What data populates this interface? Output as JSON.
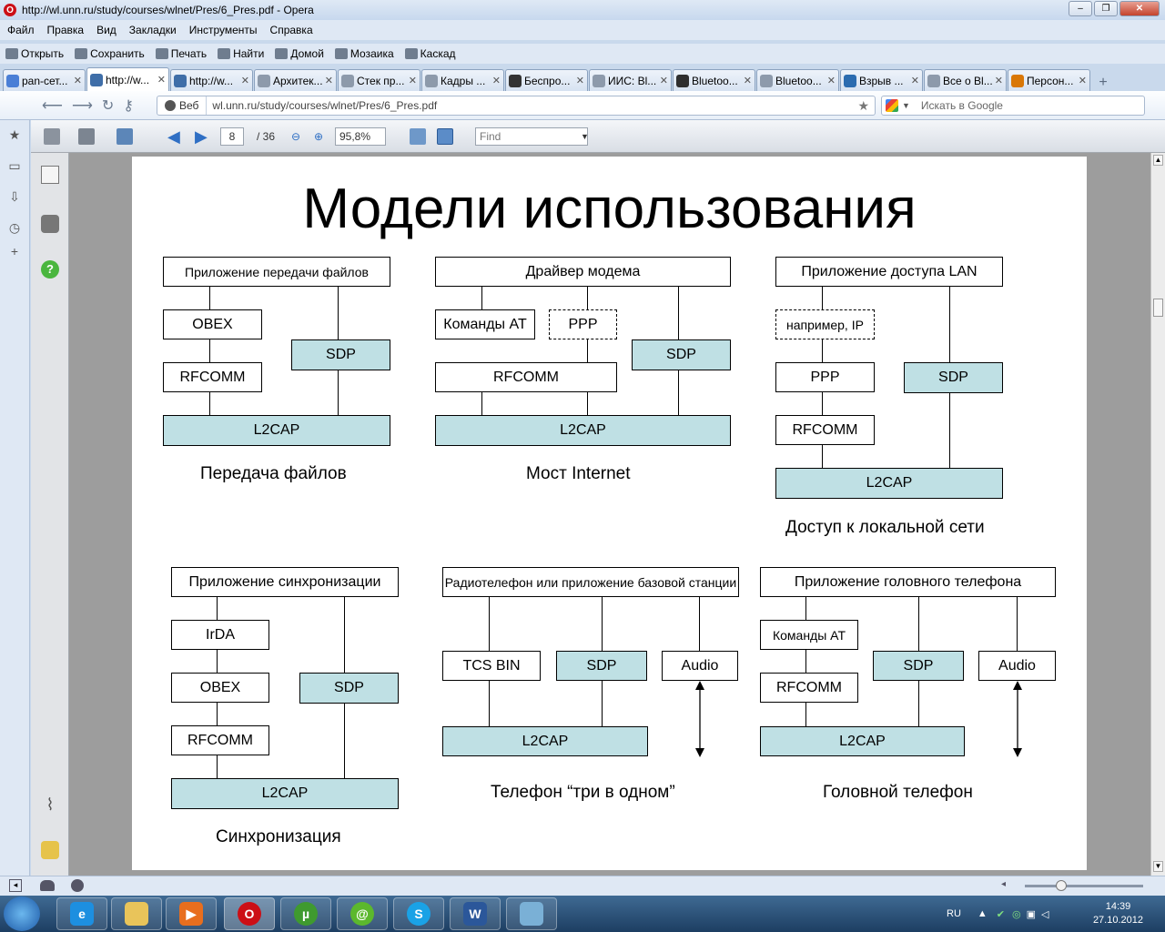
{
  "window": {
    "title": "http://wl.unn.ru/study/courses/wlnet/Pres/6_Pres.pdf - Opera"
  },
  "menu": [
    "Файл",
    "Правка",
    "Вид",
    "Закладки",
    "Инструменты",
    "Справка"
  ],
  "toolbar": [
    "Открыть",
    "Сохранить",
    "Печать",
    "Найти",
    "Домой",
    "Мозаика",
    "Каскад"
  ],
  "tabs": [
    {
      "label": "pan-сет...",
      "icon": "google-icon",
      "color": "#4a7fd6",
      "active": false
    },
    {
      "label": "http://w...",
      "icon": "opera-loading-icon",
      "color": "#3f6ea8",
      "active": true
    },
    {
      "label": "http://w...",
      "icon": "opera-loading-icon",
      "color": "#3f6ea8",
      "active": false
    },
    {
      "label": "Архитек...",
      "icon": "page-icon",
      "color": "#8d9aab",
      "active": false
    },
    {
      "label": "Стек пр...",
      "icon": "page-icon",
      "color": "#8d9aab",
      "active": false
    },
    {
      "label": "Кадры ...",
      "icon": "page-icon",
      "color": "#8d9aab",
      "active": false
    },
    {
      "label": "Беспро...",
      "icon": "penguin-icon",
      "color": "#333333",
      "active": false
    },
    {
      "label": "ИИС: Bl...",
      "icon": "page-icon",
      "color": "#8d9aab",
      "active": false
    },
    {
      "label": "Bluetoo...",
      "icon": "image-icon",
      "color": "#2f2f2f",
      "active": false
    },
    {
      "label": "Bluetoo...",
      "icon": "page-icon",
      "color": "#8d9aab",
      "active": false
    },
    {
      "label": "Взрыв ...",
      "icon": "s-icon",
      "color": "#2b6cb0",
      "active": false
    },
    {
      "label": "Все о Bl...",
      "icon": "page-icon",
      "color": "#8d9aab",
      "active": false
    },
    {
      "label": "Персон...",
      "icon": "n-icon",
      "color": "#d97706",
      "active": false
    }
  ],
  "address": {
    "badge": "Веб",
    "url": "wl.unn.ru/study/courses/wlnet/Pres/6_Pres.pdf",
    "search_placeholder": "Искать в Google"
  },
  "pdf_toolbar": {
    "page_current": "8",
    "page_total": "/ 36",
    "zoom": "95,8%",
    "find_placeholder": "Find"
  },
  "slide": {
    "title": "Модели использования",
    "diagrams": {
      "file_transfer": {
        "app": "Приложение передачи файлов",
        "obex": "OBEX",
        "rfcomm": "RFCOMM",
        "sdp": "SDP",
        "l2cap": "L2CAP",
        "caption": "Передача файлов"
      },
      "internet_bridge": {
        "app": "Драйвер модема",
        "at": "Команды AT",
        "ppp": "PPP",
        "rfcomm": "RFCOMM",
        "sdp": "SDP",
        "l2cap": "L2CAP",
        "caption": "Мост Internet"
      },
      "lan_access": {
        "app": "Приложение доступа LAN",
        "ip": "например, IP",
        "ppp": "PPP",
        "sdp": "SDP",
        "rfcomm": "RFCOMM",
        "l2cap": "L2CAP",
        "caption": "Доступ к локальной сети"
      },
      "sync": {
        "app": "Приложение синхронизации",
        "irda": "IrDA",
        "obex": "OBEX",
        "rfcomm": "RFCOMM",
        "sdp": "SDP",
        "l2cap": "L2CAP",
        "caption": "Синхронизация"
      },
      "three_in_one": {
        "app": "Радиотелефон или приложение базовой станции",
        "tcs": "TCS BIN",
        "sdp": "SDP",
        "audio": "Audio",
        "l2cap": "L2CAP",
        "caption": "Телефон “три в одном”"
      },
      "headset": {
        "app": "Приложение головного телефона",
        "at": "Команды AT",
        "rfcomm": "RFCOMM",
        "sdp": "SDP",
        "audio": "Audio",
        "l2cap": "L2CAP",
        "caption": "Головной телефон"
      }
    }
  },
  "taskbar": {
    "lang": "RU",
    "time": "14:39",
    "date": "27.10.2012"
  },
  "colors": {
    "slide_blue_box": "#bfe0e4",
    "opera_red": "#cc0f16"
  }
}
